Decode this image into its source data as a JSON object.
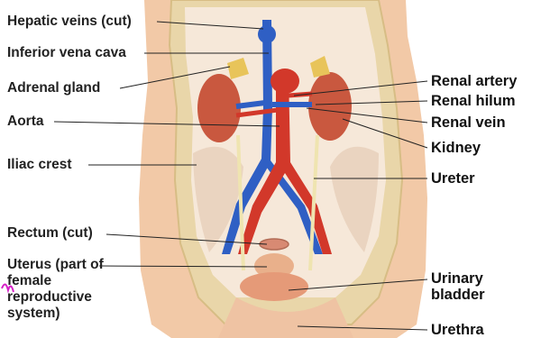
{
  "labels_left": {
    "hepatic_veins": "Hepatic veins (cut)",
    "inferior_vena_cava": "Inferior vena cava",
    "adrenal_gland": "Adrenal gland",
    "aorta": "Aorta",
    "iliac_crest": "Iliac crest",
    "rectum": "Rectum (cut)",
    "uterus": "Uterus (part of female reproductive system)"
  },
  "labels_right": {
    "renal_artery": "Renal artery",
    "renal_hilum": "Renal hilum",
    "renal_vein": "Renal vein",
    "kidney": "Kidney",
    "ureter": "Ureter",
    "urinary_bladder": "Urinary bladder",
    "urethra": "Urethra"
  },
  "colors": {
    "skin": "#f2c9a7",
    "abdominal_wall": "#e9d6a9",
    "cavity": "#f6e8d9",
    "kidney": "#c9583f",
    "aorta": "#d2382a",
    "vena_cava": "#2f5fc4",
    "ureter": "#efe4b0",
    "bladder": "#e59a78",
    "leader_line": "#222222",
    "annotation_mark": "#d61fc7"
  }
}
